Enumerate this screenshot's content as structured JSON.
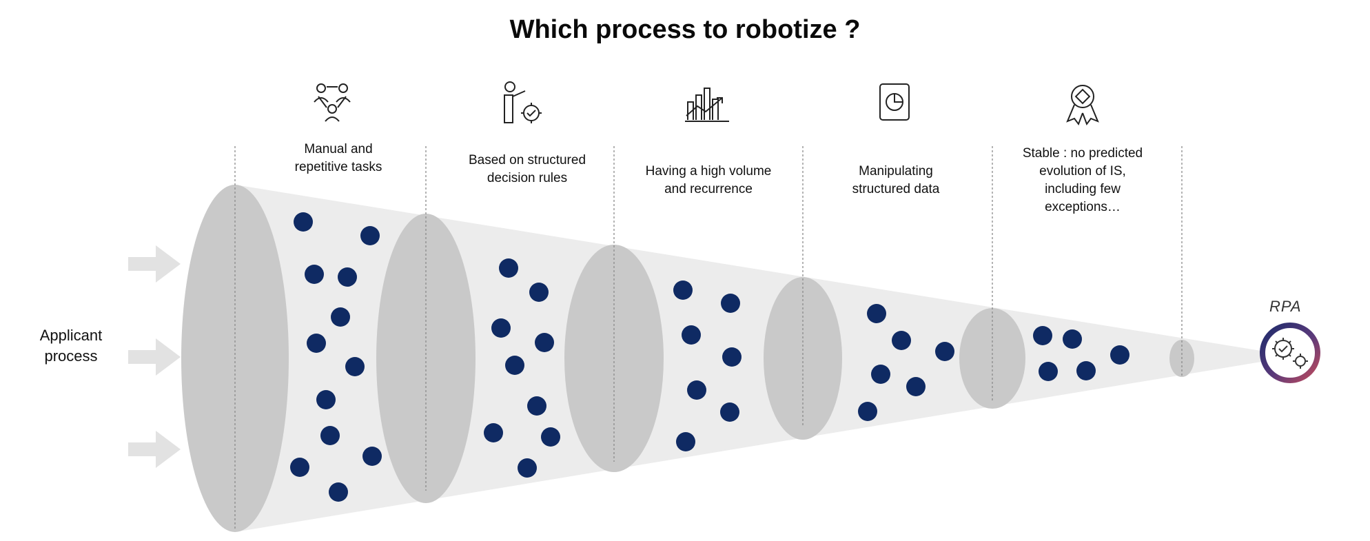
{
  "title": "Which process to robotize ?",
  "input_label": "Applicant\nprocess",
  "output_label": "RPA",
  "stages": [
    {
      "label": "Manual and\nrepetitive tasks",
      "icon": "people-network-icon"
    },
    {
      "label": "Based on structured\ndecision rules",
      "icon": "person-gear-icon"
    },
    {
      "label": "Having a high volume\nand recurrence",
      "icon": "rising-chart-icon"
    },
    {
      "label": "Manipulating\nstructured data",
      "icon": "pie-document-icon"
    },
    {
      "label": "Stable : no predicted\nevolution of IS,\nincluding few\nexceptions…",
      "icon": "award-ribbon-icon"
    }
  ],
  "colors": {
    "funnel": "#ececec",
    "disc": "#c9c9c9",
    "dot": "#0f2a63",
    "arrow": "#e2e2e2",
    "accent_red": "#c24a5c",
    "accent_blue": "#23306e"
  }
}
